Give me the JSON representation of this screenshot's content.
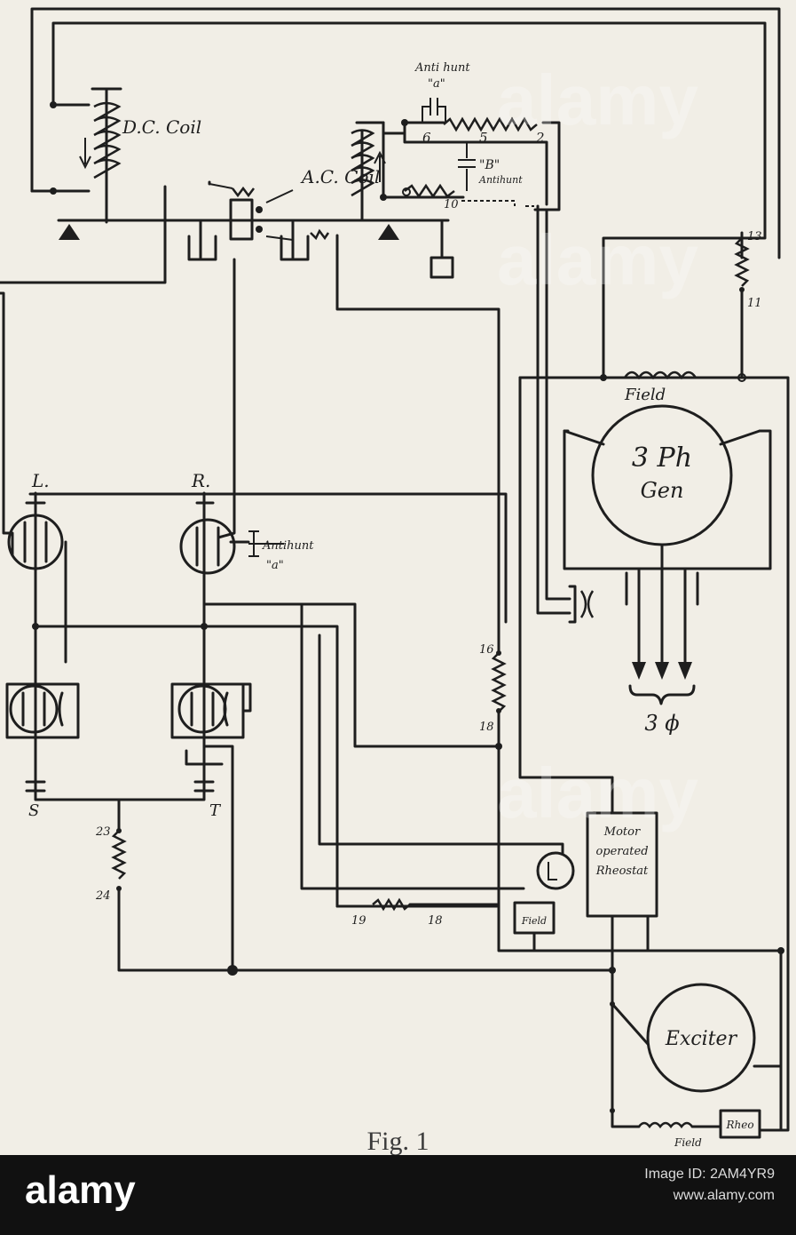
{
  "diagram": {
    "labels": {
      "dc_coil": "D.C. Coil",
      "ac_coil": "A.C. Coil",
      "antihunt_a_top": "Anti hunt",
      "antihunt_a_top_sub": "\"a\"",
      "antihunt_b": "\"B\"",
      "antihunt_b_sub": "Antihunt",
      "antihunt_a_side": "Antihunt",
      "antihunt_a_side_sub": "\"a\"",
      "n6": "6",
      "n5": "5",
      "n2": "2",
      "n10": "10",
      "n13": "13",
      "n11": "11",
      "n16": "16",
      "n18": "18",
      "n23": "23",
      "n24": "24",
      "n19": "19",
      "n18b": "18",
      "relay_l": "L.",
      "relay_r": "R.",
      "relay_s": "S",
      "relay_t": "T",
      "field": "Field",
      "gen_line1": "3 Ph",
      "gen_line2": "Gen",
      "three_phase": "3 ϕ",
      "rheostat_line1": "Motor",
      "rheostat_line2": "operated",
      "rheostat_line3": "Rheostat",
      "small_field": "Field",
      "exciter": "Exciter",
      "rheo": "Rheo",
      "exciter_field": "Field"
    },
    "caption": "Fig. 1"
  },
  "watermark": {
    "text": "alamy"
  },
  "footer": {
    "logo": "alamy",
    "line1": "Image ID: 2AM4YR9",
    "line2": "www.alamy.com"
  },
  "colors": {
    "paper": "#f1eee6",
    "ink": "#1e1e1e",
    "footer": "#111111"
  }
}
